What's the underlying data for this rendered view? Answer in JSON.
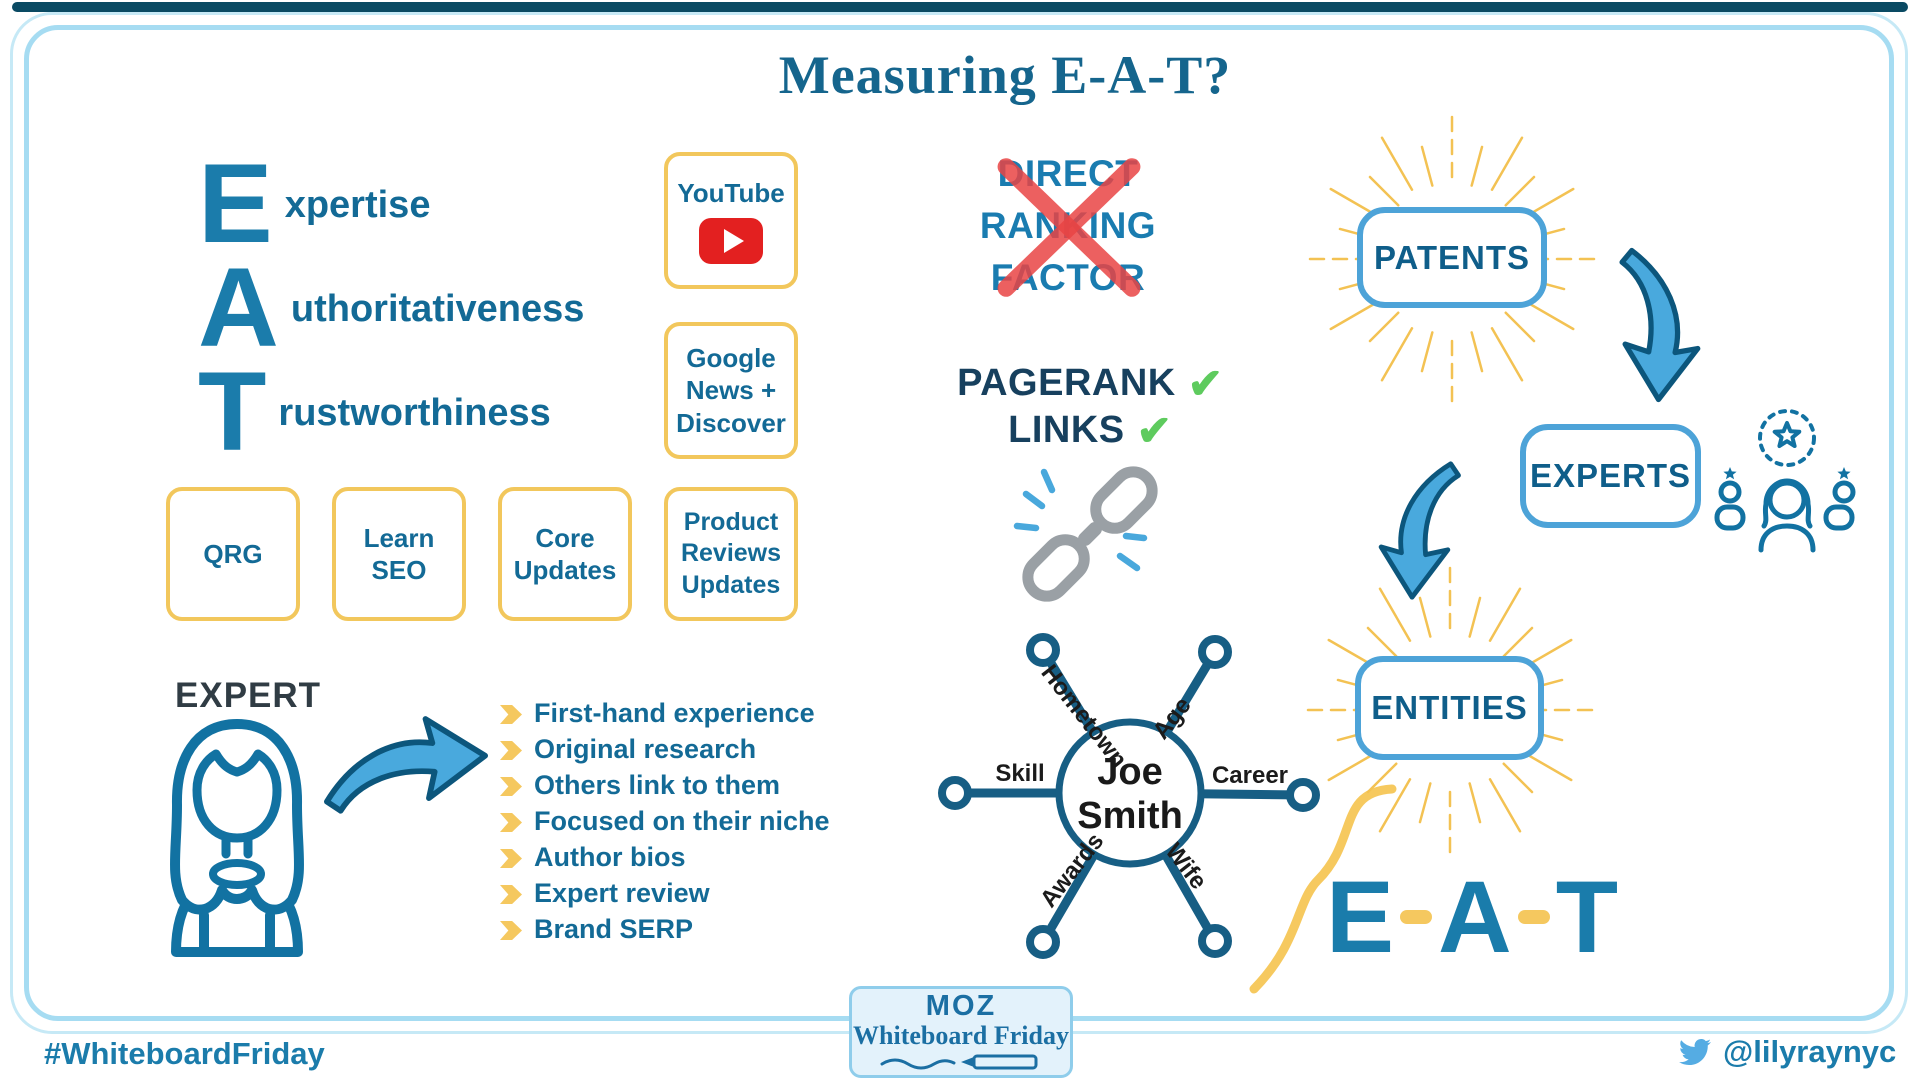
{
  "title": "Measuring E-A-T?",
  "eat_acronym": [
    {
      "letter": "E",
      "word": "xpertise"
    },
    {
      "letter": "A",
      "word": "uthoritativeness"
    },
    {
      "letter": "T",
      "word": "rustworthiness"
    }
  ],
  "boxes": {
    "youtube": "YouTube",
    "google_news": "Google News + Discover",
    "row": [
      "QRG",
      "Learn SEO",
      "Core Updates",
      "Product Reviews Updates"
    ]
  },
  "ranking": {
    "crossed_lines": [
      "DIRECT",
      "RANKING",
      "FACTOR"
    ],
    "confirmed": [
      "PAGERANK",
      "LINKS"
    ],
    "check_glyph": "✔"
  },
  "flow": {
    "patents": "PATENTS",
    "experts": "EXPERTS",
    "entities": "ENTITIES"
  },
  "expert": {
    "heading": "EXPERT",
    "bullets": [
      "First-hand experience",
      "Original research",
      "Others link to them",
      "Focused on their niche",
      "Author bios",
      "Expert review",
      "Brand SERP"
    ]
  },
  "entity_graph": {
    "center": "Joe Smith",
    "top_left": "Hometown",
    "top_right": "Age",
    "left": "Skill",
    "right": "Career",
    "bottom_left": "Awards",
    "bottom_right": "Wife"
  },
  "eat_result": {
    "letters": [
      "E",
      "A",
      "T"
    ]
  },
  "footer": {
    "hashtag": "#WhiteboardFriday",
    "handle": "@lilyraynyc",
    "moz": "MOZ",
    "moz_sub": "Whiteboard Friday"
  },
  "icons": {
    "youtube_play": "red-play-button",
    "check": "green-checkmark",
    "broken_link": "gray-chain-links",
    "bullet": "yellow-arrow",
    "twitter": "twitter-bird",
    "star_badge": "dashed-circle-star",
    "sunburst": "yellow-rays",
    "curved_arrow": "blue-swoosh-arrow"
  },
  "colors": {
    "blue": "#1b7cab",
    "text_blue": "#136a96",
    "dark_navy": "#17405e",
    "box_yellow": "#f2c75c",
    "ray_yellow": "#f3c253",
    "arrow_blue": "#49a9dd",
    "green": "#5ecb5e",
    "red_x": "#e94444",
    "chain_gray": "#9aa0a5",
    "frame_blue": "#a6dcf2",
    "youtube_red": "#e32020"
  }
}
